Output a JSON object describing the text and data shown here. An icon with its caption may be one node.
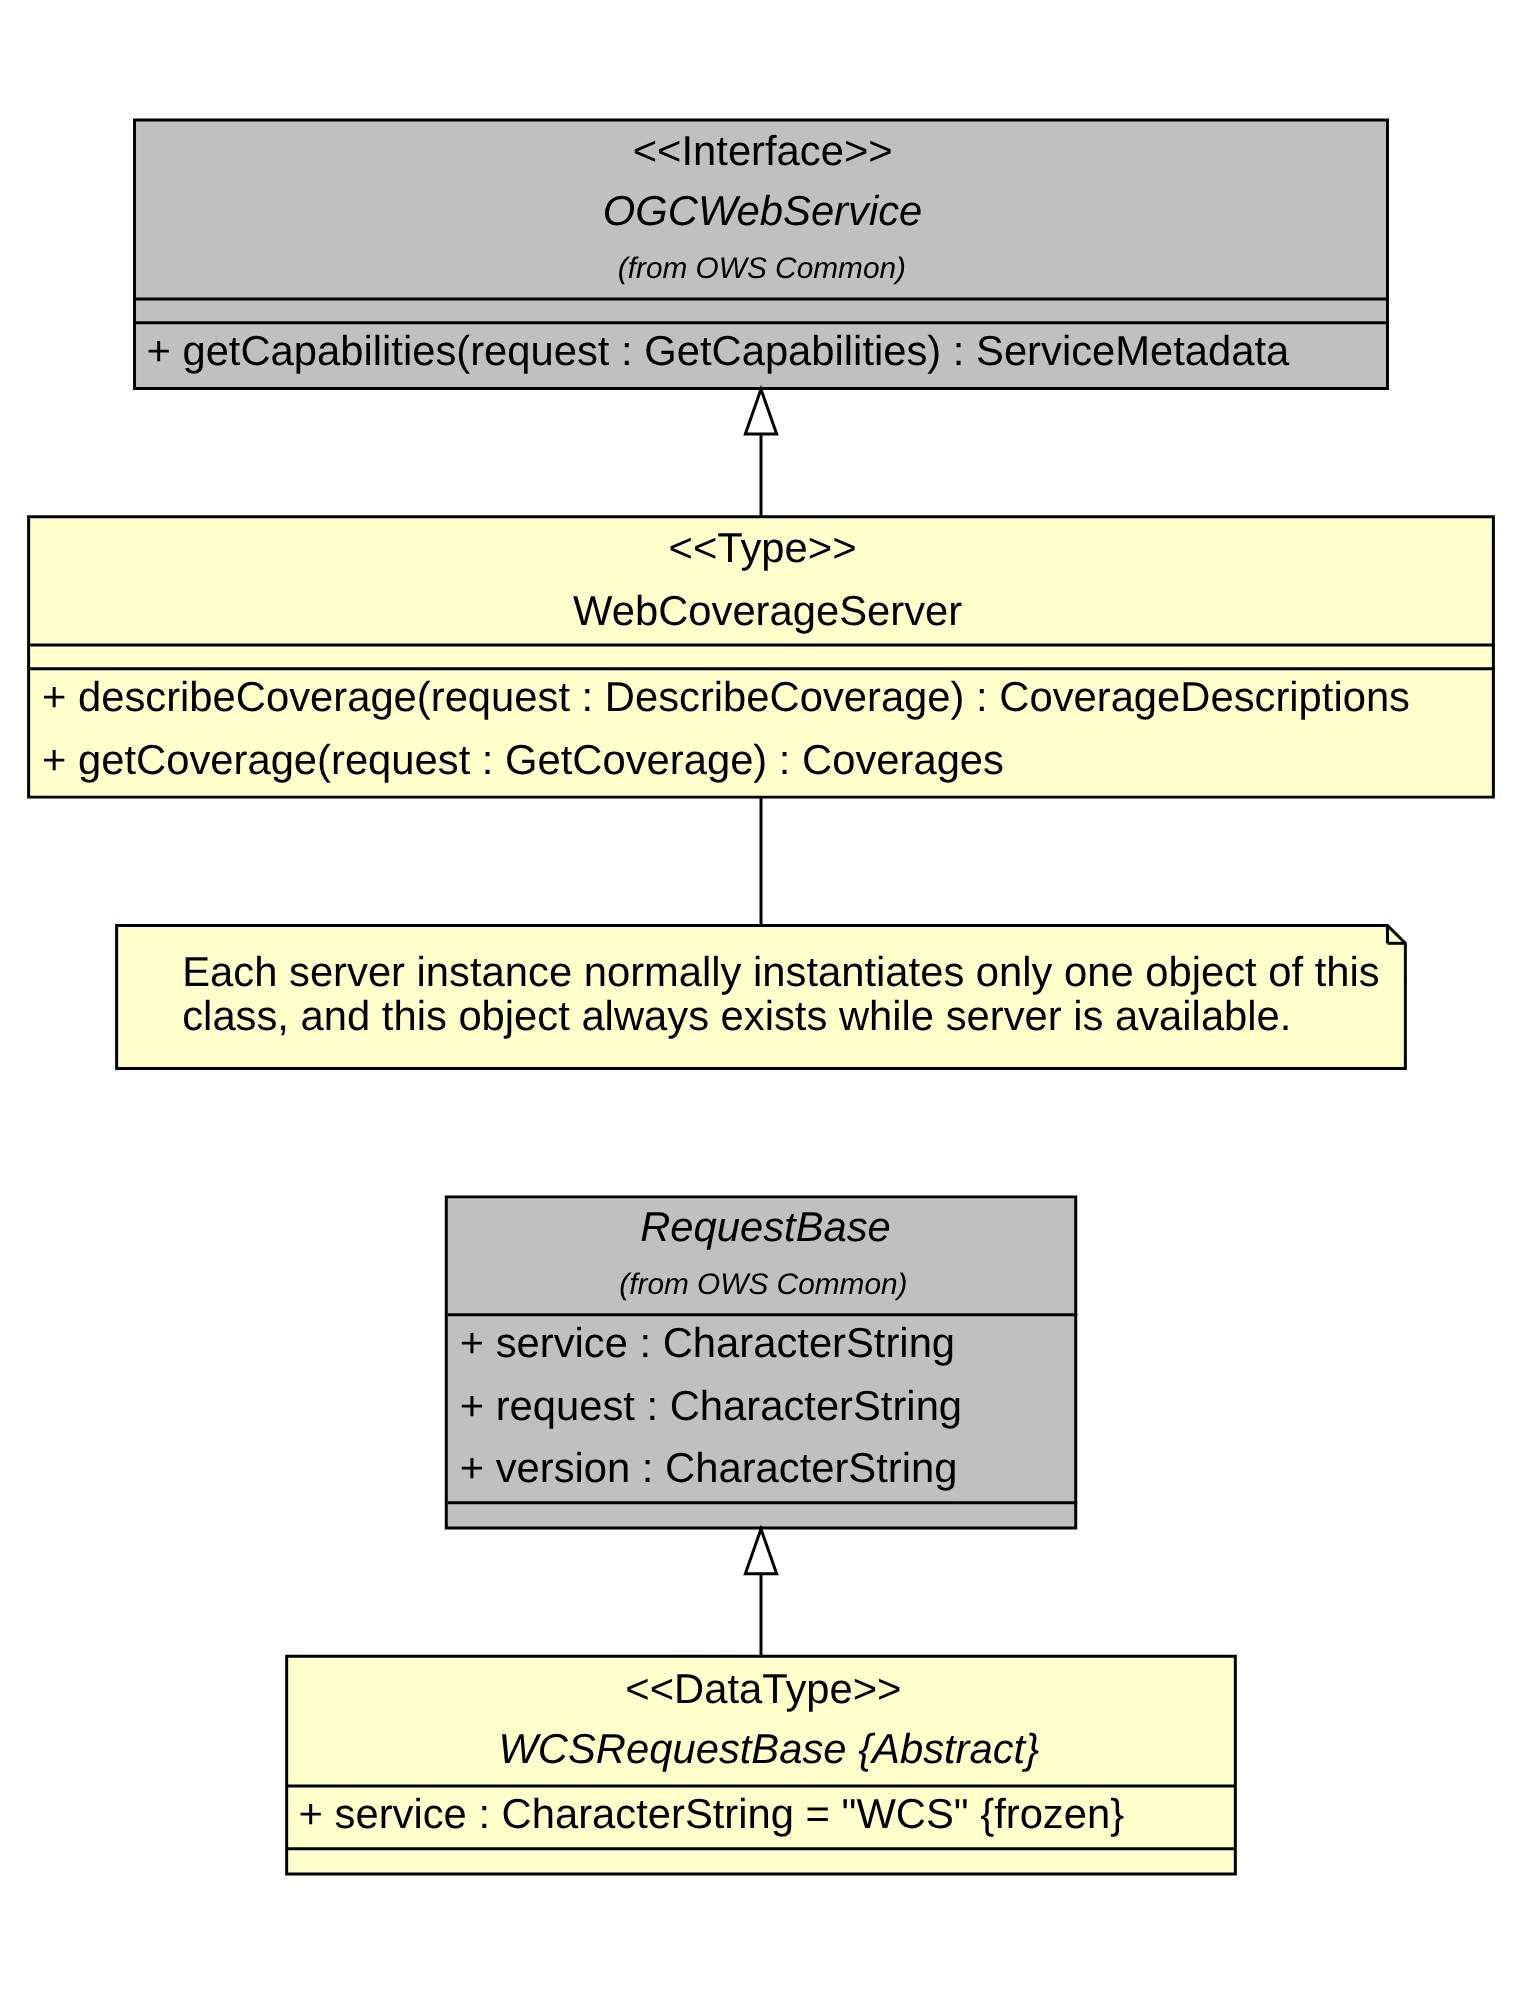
{
  "diagram": {
    "nodes": [
      {
        "text": [
          "<<Interface>>",
          "OGCWebService",
          "(from OWS Common)",
          "+ getCapabilities(request : GetCapabilities) : ServiceMetadata"
        ]
      },
      {
        "text": [
          "<<Type>>",
          "WebCoverageServer",
          "+ describeCoverage(request : DescribeCoverage) : CoverageDescriptions",
          "+ getCoverage(request : GetCoverage) : Coverages"
        ]
      },
      {
        "text": [
          "Each server instance normally instantiates only one object of this class, and this object always exists while server is available."
        ]
      },
      {
        "text": [
          "RequestBase",
          "(from OWS Common)",
          "+ service : CharacterString",
          "+ request : CharacterString",
          "+ version : CharacterString"
        ]
      },
      {
        "text": [
          "<<DataType>>",
          "WCSRequestBase {Abstract}",
          "+ service : CharacterString = \"WCS\" {frozen}"
        ]
      }
    ],
    "edges": [
      {
        "from": 1,
        "to": 0,
        "arrow": "to"
      },
      {
        "from": 1,
        "to": 2,
        "arrow": "none"
      },
      {
        "from": 4,
        "to": 3,
        "arrow": "to"
      }
    ]
  }
}
